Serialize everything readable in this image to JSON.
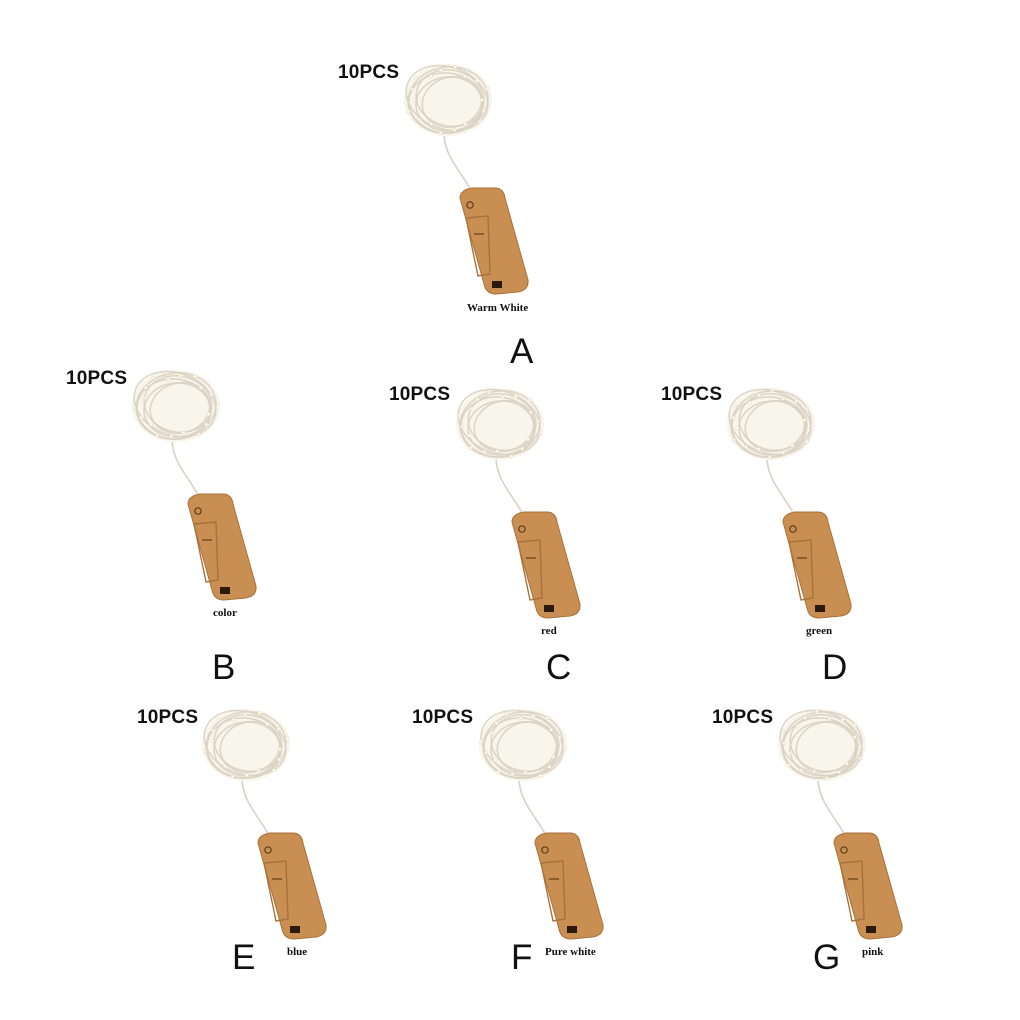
{
  "product": {
    "cork_color": "#c98f52",
    "cork_shadow": "#a9713b",
    "wire_color": "#d9d2c4",
    "glow_color": "#f3ecd9"
  },
  "variants": [
    {
      "id": "A",
      "letter": "A",
      "quantity": "10PCS",
      "color_label": "Warm White"
    },
    {
      "id": "B",
      "letter": "B",
      "quantity": "10PCS",
      "color_label": "color"
    },
    {
      "id": "C",
      "letter": "C",
      "quantity": "10PCS",
      "color_label": "red"
    },
    {
      "id": "D",
      "letter": "D",
      "quantity": "10PCS",
      "color_label": "green"
    },
    {
      "id": "E",
      "letter": "E",
      "quantity": "10PCS",
      "color_label": "blue"
    },
    {
      "id": "F",
      "letter": "F",
      "quantity": "10PCS",
      "color_label": "Pure white"
    },
    {
      "id": "G",
      "letter": "G",
      "quantity": "10PCS",
      "color_label": "pink"
    }
  ]
}
